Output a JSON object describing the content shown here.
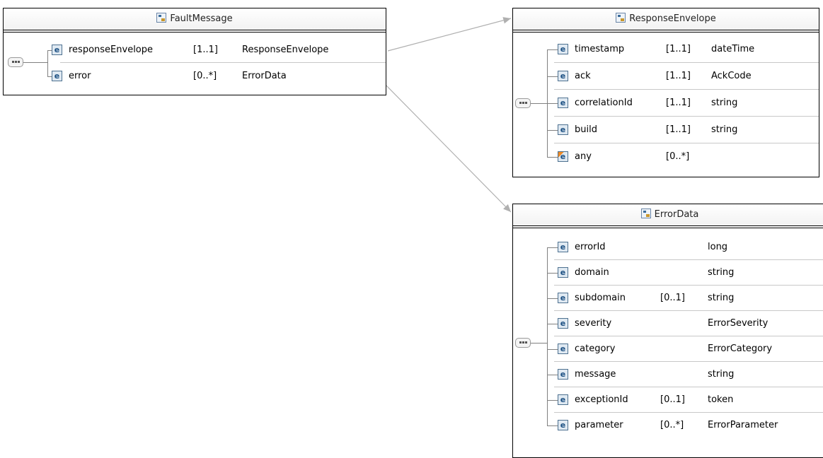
{
  "boxes": {
    "fault": {
      "title": "FaultMessage",
      "rows": [
        {
          "name": "responseEnvelope",
          "card": "[1..1]",
          "type": "ResponseEnvelope"
        },
        {
          "name": "error",
          "card": "[0..*]",
          "type": "ErrorData"
        }
      ]
    },
    "response": {
      "title": "ResponseEnvelope",
      "rows": [
        {
          "name": "timestamp",
          "card": "[1..1]",
          "type": "dateTime"
        },
        {
          "name": "ack",
          "card": "[1..1]",
          "type": "AckCode"
        },
        {
          "name": "correlationId",
          "card": "[1..1]",
          "type": "string"
        },
        {
          "name": "build",
          "card": "[1..1]",
          "type": "string"
        },
        {
          "name": "any",
          "card": "[0..*]",
          "type": ""
        }
      ]
    },
    "error": {
      "title": "ErrorData",
      "rows": [
        {
          "name": "errorId",
          "card": "",
          "type": "long"
        },
        {
          "name": "domain",
          "card": "",
          "type": "string"
        },
        {
          "name": "subdomain",
          "card": "[0..1]",
          "type": "string"
        },
        {
          "name": "severity",
          "card": "",
          "type": "ErrorSeverity"
        },
        {
          "name": "category",
          "card": "",
          "type": "ErrorCategory"
        },
        {
          "name": "message",
          "card": "",
          "type": "string"
        },
        {
          "name": "exceptionId",
          "card": "[0..1]",
          "type": "token"
        },
        {
          "name": "parameter",
          "card": "[0..*]",
          "type": "ErrorParameter"
        }
      ]
    }
  },
  "icons": {
    "type": "complex-type-icon",
    "element": "element-icon",
    "wildcard": "any-wildcard-icon",
    "sequence": "sequence-compositor-icon"
  },
  "colors": {
    "border": "#000000",
    "connector": "#808080",
    "element_icon": "#1b4f82"
  }
}
